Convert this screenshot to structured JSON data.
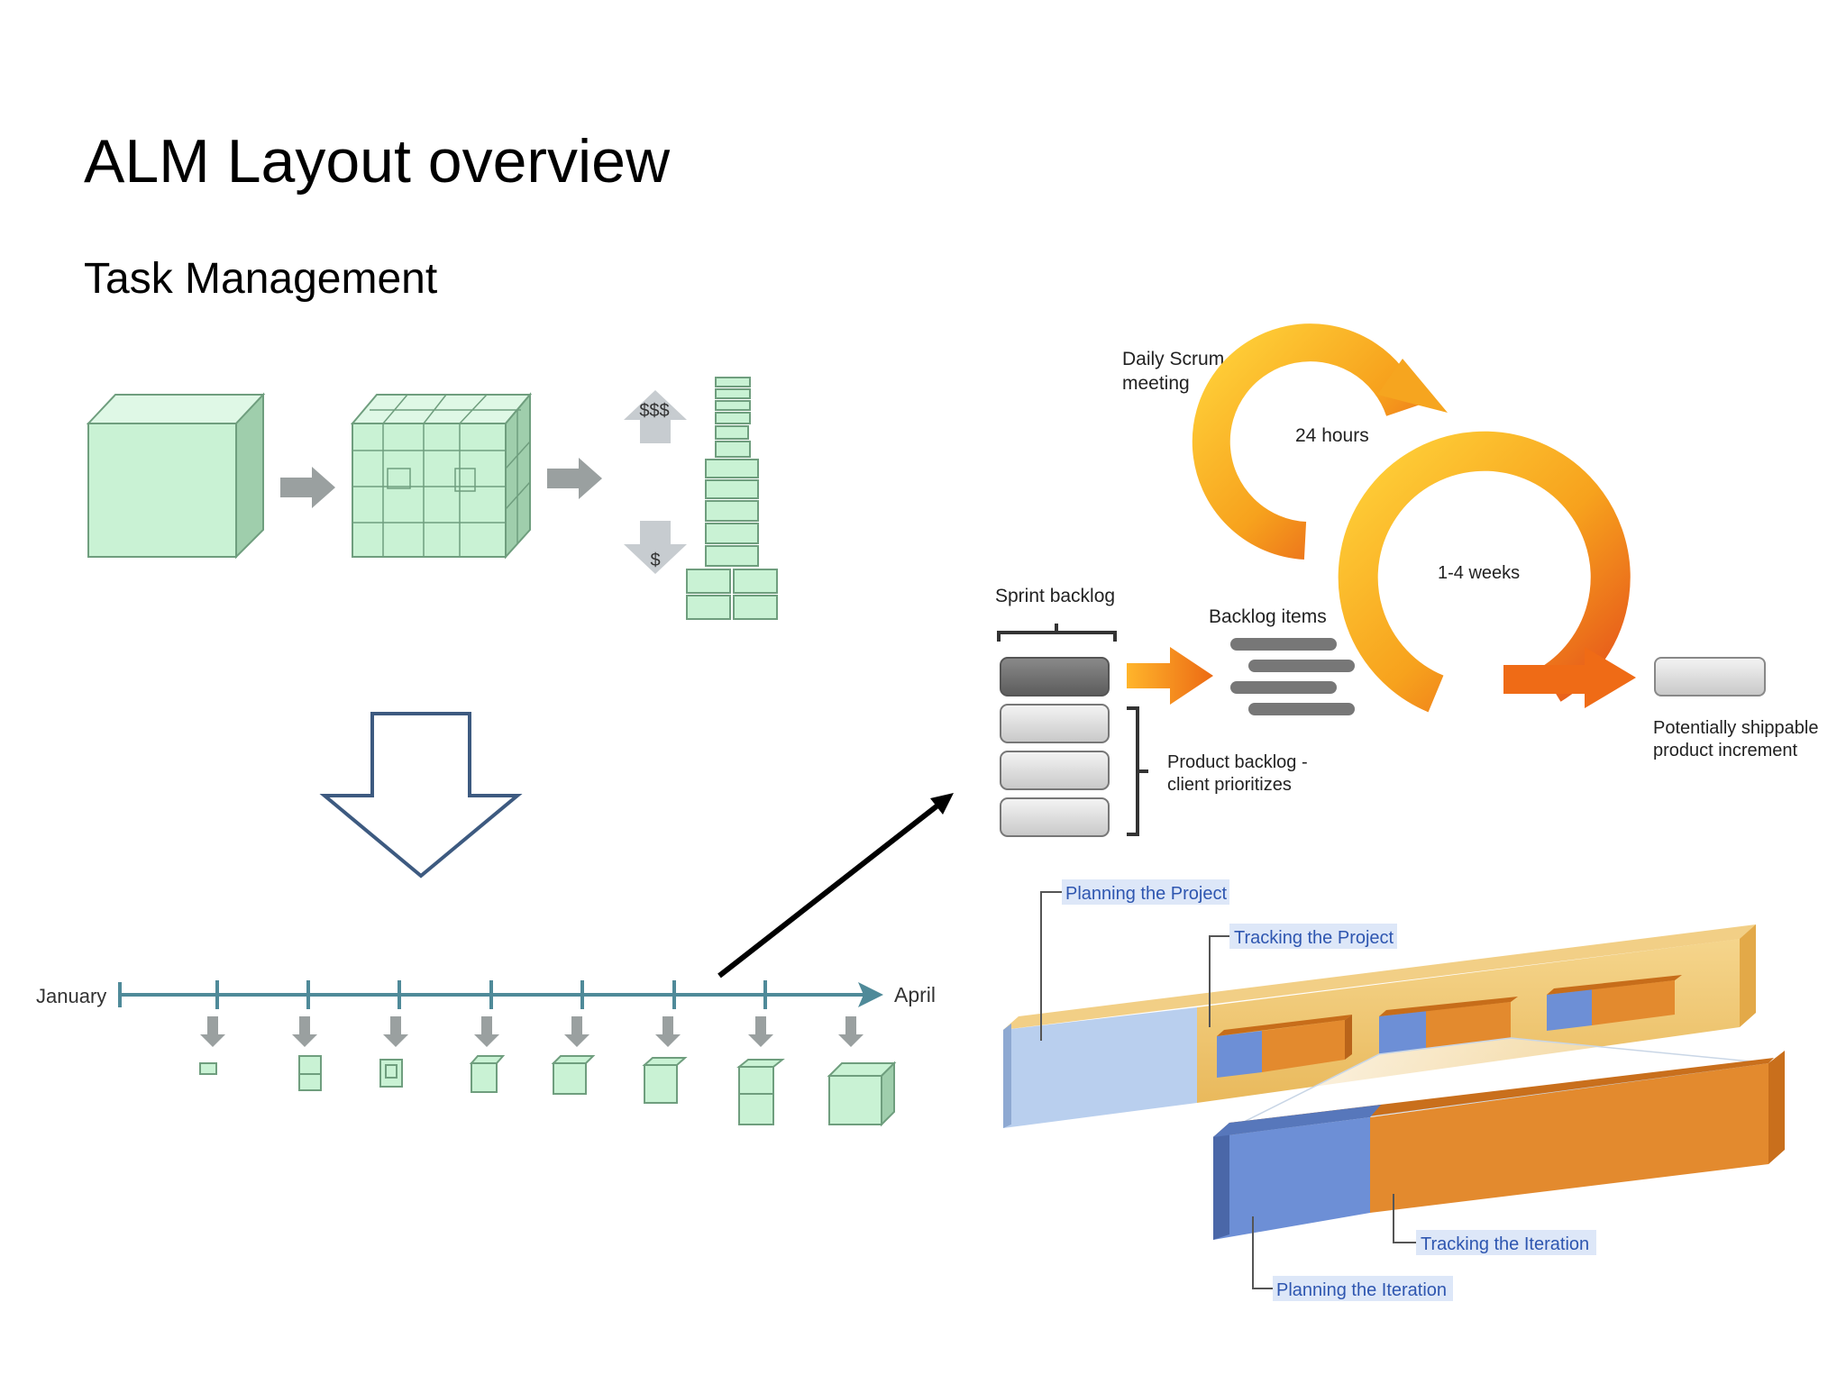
{
  "slide": {
    "title": "ALM Layout overview",
    "subtitle": "Task Management"
  },
  "decomposition": {
    "high_value_label": "$$$",
    "low_value_label": "$",
    "cube_color": "#c9f2d4",
    "arrow_color": "#9aa0a0"
  },
  "timeline": {
    "start_label": "January",
    "end_label": "April",
    "axis_color": "#4f8a99"
  },
  "scrum": {
    "daily_label": "Daily Scrum meeting",
    "daily_line1": "Daily Scrum",
    "daily_line2": "meeting",
    "cycle_day_label": "24 hours",
    "cycle_sprint_label": "1-4 weeks",
    "sprint_backlog_label": "Sprint backlog",
    "backlog_items_label": "Backlog items",
    "product_backlog_line1": "Product backlog -",
    "product_backlog_line2": "client prioritizes",
    "increment_line1": "Potentially shippable",
    "increment_line2": "product increment",
    "arrow_color": "#f08a1c"
  },
  "planning": {
    "planning_project": "Planning the Project",
    "tracking_project": "Tracking the Project",
    "tracking_iteration": "Tracking the Iteration",
    "planning_iteration": "Planning the Iteration",
    "blue_color": "#6d8fd6",
    "orange_color": "#e38a2e",
    "gold_color": "#f0c46a"
  },
  "outline_arrow_color": "#3d5a80"
}
